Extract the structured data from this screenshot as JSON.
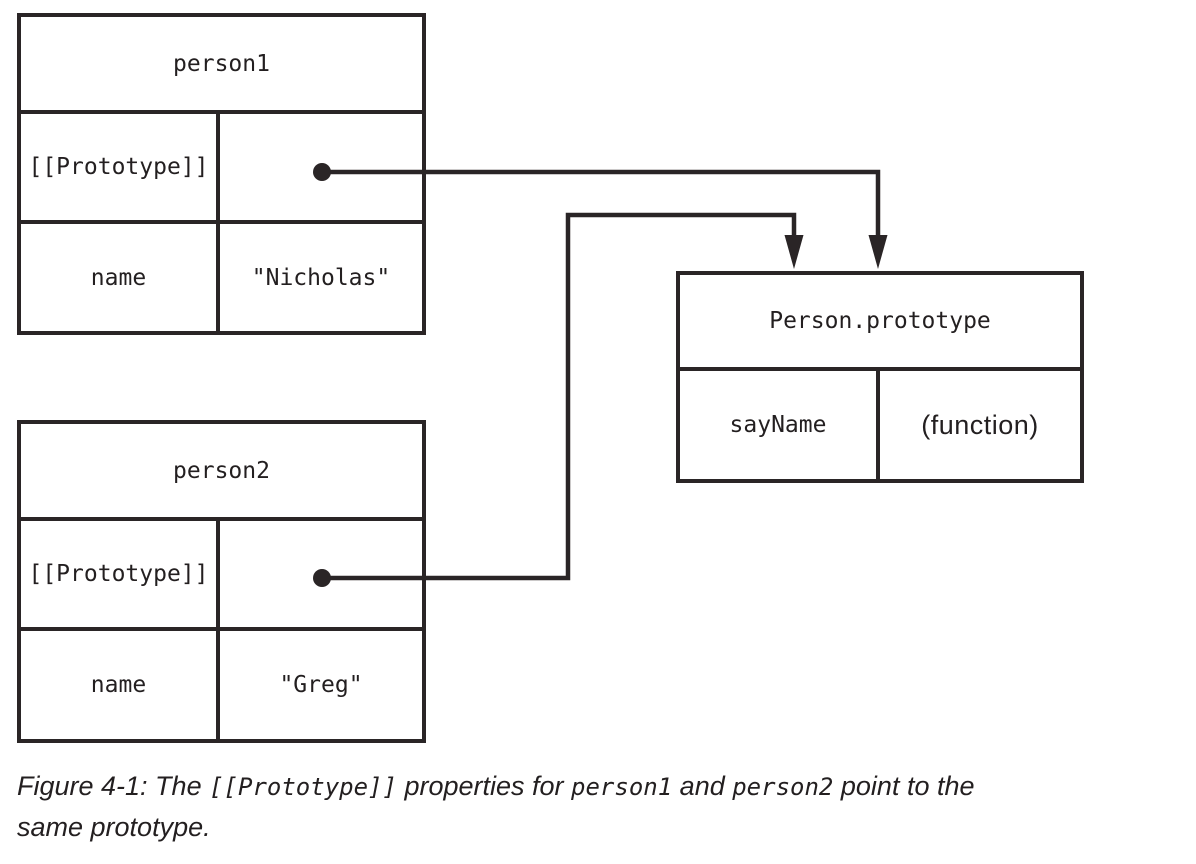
{
  "figure": {
    "person1": {
      "title": "person1",
      "rows": [
        {
          "key": "[[Prototype]]",
          "value": ""
        },
        {
          "key": "name",
          "value": "\"Nicholas\""
        }
      ]
    },
    "person2": {
      "title": "person2",
      "rows": [
        {
          "key": "[[Prototype]]",
          "value": ""
        },
        {
          "key": "name",
          "value": "\"Greg\""
        }
      ]
    },
    "prototype_box": {
      "title": "Person.prototype",
      "rows": [
        {
          "key": "sayName",
          "value": "(function)"
        }
      ]
    },
    "colors": {
      "line": "#2a2526",
      "text": "#231f20",
      "background": "#ffffff"
    }
  },
  "caption": {
    "figure_label": "Figure 4-1",
    "parts": [
      {
        "style": "sans",
        "text": "Figure 4-1: The "
      },
      {
        "style": "code",
        "text": "[[Prototype]]"
      },
      {
        "style": "sans",
        "text": " properties for "
      },
      {
        "style": "code",
        "text": "person1"
      },
      {
        "style": "sans",
        "text": " and "
      },
      {
        "style": "code",
        "text": "person2"
      },
      {
        "style": "sans",
        "text": " point to the"
      },
      {
        "style": "sans",
        "text": "same prototype."
      }
    ]
  }
}
